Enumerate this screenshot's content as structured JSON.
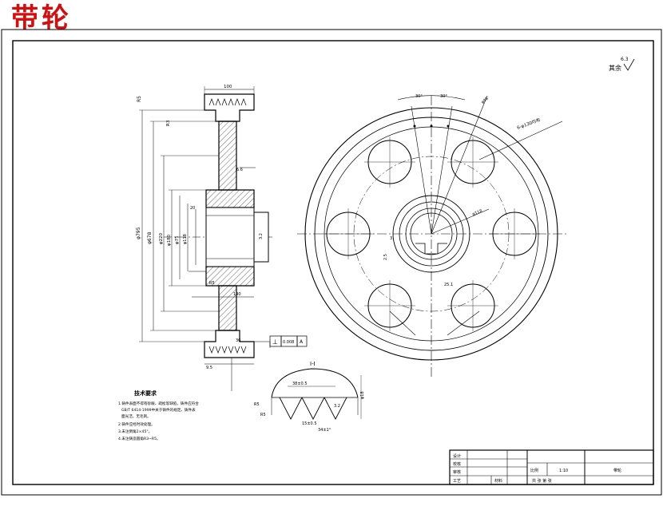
{
  "title": "带轮",
  "roughness_note": {
    "label": "其余",
    "value": "6.3"
  },
  "front_view": {
    "dims": {
      "top_width": "100",
      "left_top": "R5",
      "flange_dia": "R3",
      "d_outer": "φ795",
      "d_pitch": "φ678",
      "d_hub1": "φ220",
      "d_hub2": "φ180",
      "d_bore": "φ75",
      "d_mid": "φ118",
      "small_a": "20",
      "hub_len": "140",
      "key": "3.2",
      "web": "R5",
      "bottom_right": "36",
      "bottom_w": "9.5",
      "mid_right": "6.6"
    },
    "tolerance_frame": {
      "symbol": "⊥",
      "value": "0.008",
      "datum": "A"
    }
  },
  "side_view": {
    "labels": {
      "a1": "30°",
      "a2": "30°",
      "a3": "φ48",
      "holes": "6-φ130均布",
      "bore_label": "φ118",
      "key_label": "2.5",
      "dim_a": "3",
      "dim_b": "25.1"
    }
  },
  "section": {
    "title": "I-I",
    "dims": {
      "top": "38±0.5",
      "right_h": "φ18",
      "left_a": "R5",
      "left_b": "R5",
      "bottom": "15±0.5",
      "groove": "3.2",
      "angle": "34±1°"
    }
  },
  "tech_notes": {
    "title": "技术要求",
    "items": [
      "1.铸件表面不得有砂眼、疏松等缺陷，铸件应符合",
      "GB/T 6414-1999中关于铸件的规定。铸件表",
      "面光洁，无毛刺。",
      "2.铸件应经时效处理。",
      "3.未注倒角2×45°。",
      "4.未注铸造圆角R3~R5。"
    ]
  },
  "title_block": {
    "rows": [
      "设计",
      "校核",
      "审核",
      "工艺"
    ],
    "ratio_label": "比例",
    "ratio_value": "1:10",
    "part_name": "带轮",
    "sheet_label": "共 张 第 张",
    "material_label": "材料"
  }
}
